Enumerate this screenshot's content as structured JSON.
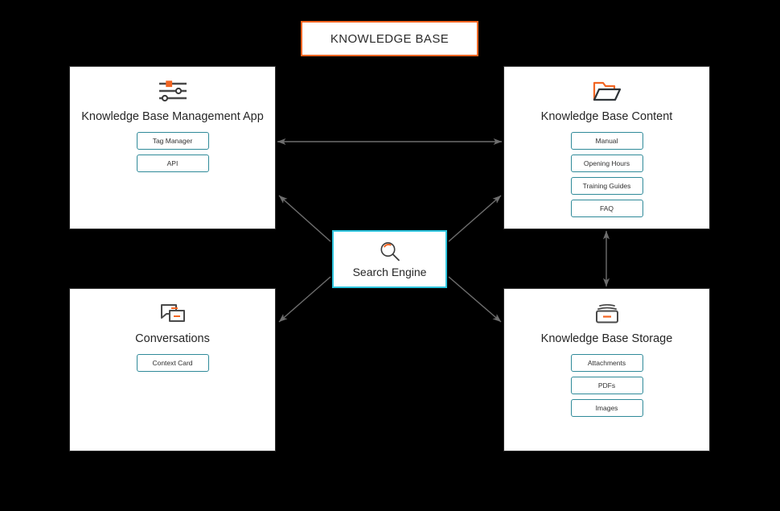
{
  "diagram": {
    "background_color": "#000000",
    "accent_orange": "#f26522",
    "accent_teal": "#2ec5de",
    "pill_border": "#2f8a99",
    "card_border": "#2f2f2f",
    "edge_color": "#6e6e6e"
  },
  "title": {
    "label": "KNOWLEDGE BASE"
  },
  "center": {
    "label": "Search Engine",
    "icon": "magnifier-icon"
  },
  "cards": [
    {
      "id": "knowledge-base-management-app",
      "title": "Knowledge Base Management App",
      "icon": "sliders-icon",
      "items": [
        "Tag Manager",
        "API"
      ]
    },
    {
      "id": "knowledge-base-content",
      "title": "Knowledge Base Content",
      "icon": "folder-open-icon",
      "items": [
        "Manual",
        "Opening Hours",
        "Training Guides",
        "FAQ"
      ]
    },
    {
      "id": "conversations",
      "title": "Conversations",
      "icon": "chat-bubbles-icon",
      "items": [
        "Context Card"
      ]
    },
    {
      "id": "knowledge-base-storage",
      "title": "Knowledge Base Storage",
      "icon": "storage-box-icon",
      "items": [
        "Attachments",
        "PDFs",
        "Images"
      ]
    }
  ],
  "connections": [
    {
      "from": "knowledge-base-management-app",
      "to": "knowledge-base-content",
      "style": "double-arrow-horizontal"
    },
    {
      "from": "knowledge-base-content",
      "to": "knowledge-base-storage",
      "style": "double-arrow-vertical"
    },
    {
      "from": "search-engine",
      "to": "knowledge-base-management-app",
      "style": "arrow-diagonal"
    },
    {
      "from": "search-engine",
      "to": "knowledge-base-content",
      "style": "arrow-diagonal"
    },
    {
      "from": "search-engine",
      "to": "conversations",
      "style": "arrow-diagonal"
    },
    {
      "from": "search-engine",
      "to": "knowledge-base-storage",
      "style": "arrow-diagonal"
    }
  ]
}
